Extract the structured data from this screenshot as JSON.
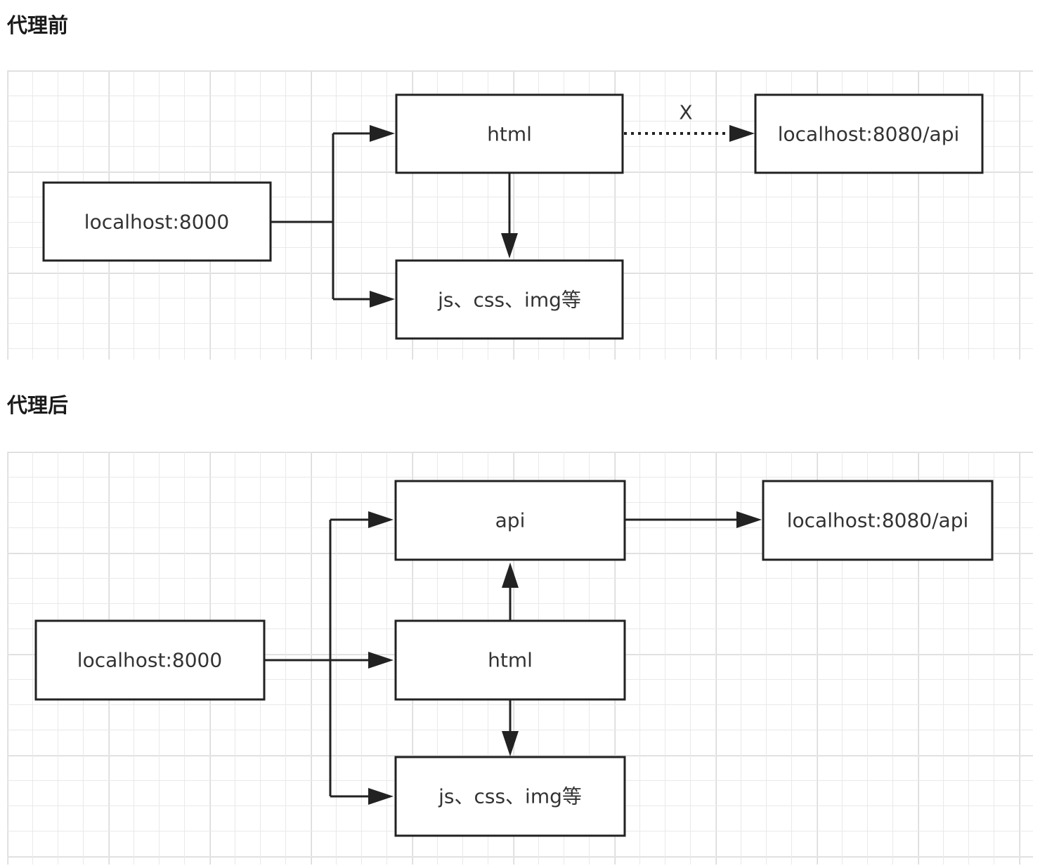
{
  "sections": {
    "before": {
      "title": "代理前",
      "nodes": {
        "client": "localhost:8000",
        "html": "html",
        "assets": "js、css、img等",
        "backend": "localhost:8080/api"
      },
      "edge_labels": {
        "html_to_backend": "X"
      }
    },
    "after": {
      "title": "代理后",
      "nodes": {
        "client": "localhost:8000",
        "api": "api",
        "html": "html",
        "assets": "js、css、img等",
        "backend": "localhost:8080/api"
      }
    }
  }
}
